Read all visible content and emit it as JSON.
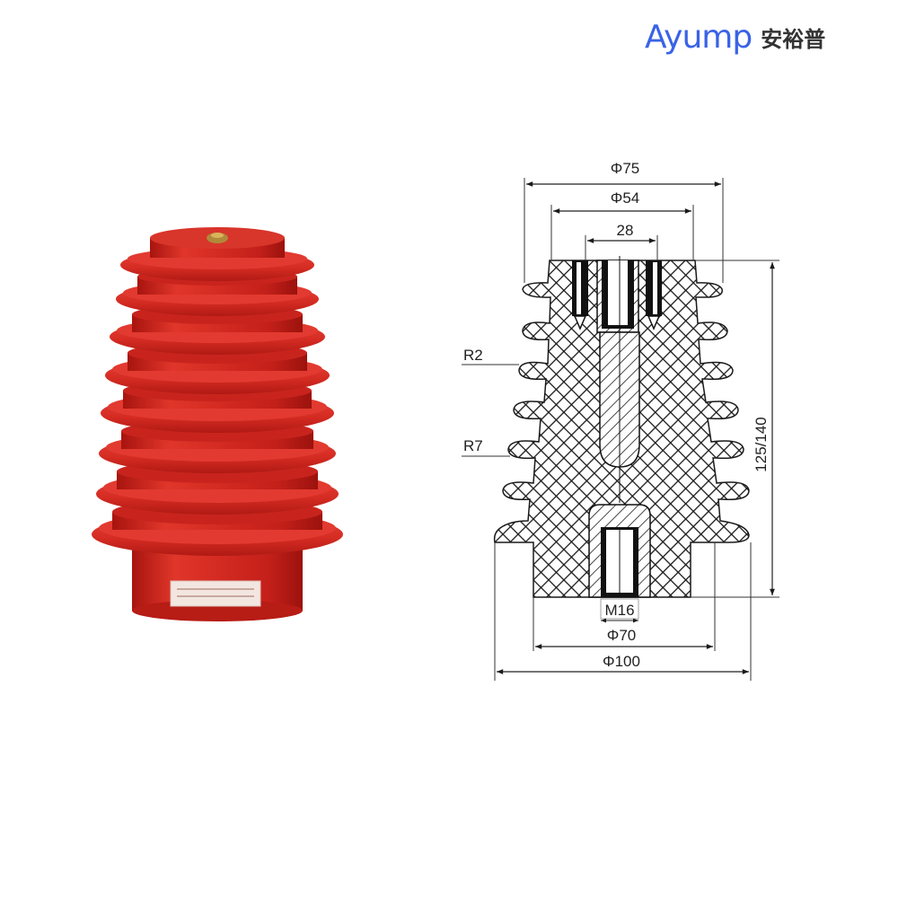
{
  "brand": {
    "name_en": "Ayump",
    "name_cn": "安裕普",
    "color": "#3a63e6"
  },
  "product_photo": {
    "description": "red epoxy post insulator with stacked sheds",
    "color": "#d42b22"
  },
  "drawing": {
    "dimensions": {
      "top_outer_diameter": "Φ75",
      "top_inner_diameter": "Φ54",
      "insert_spacing": "28",
      "height": "125/140",
      "bottom_thread": "M16",
      "base_diameter": "Φ70",
      "flange_diameter": "Φ100"
    },
    "radii": {
      "shed_tip": "R2",
      "shed_root": "R7"
    }
  }
}
